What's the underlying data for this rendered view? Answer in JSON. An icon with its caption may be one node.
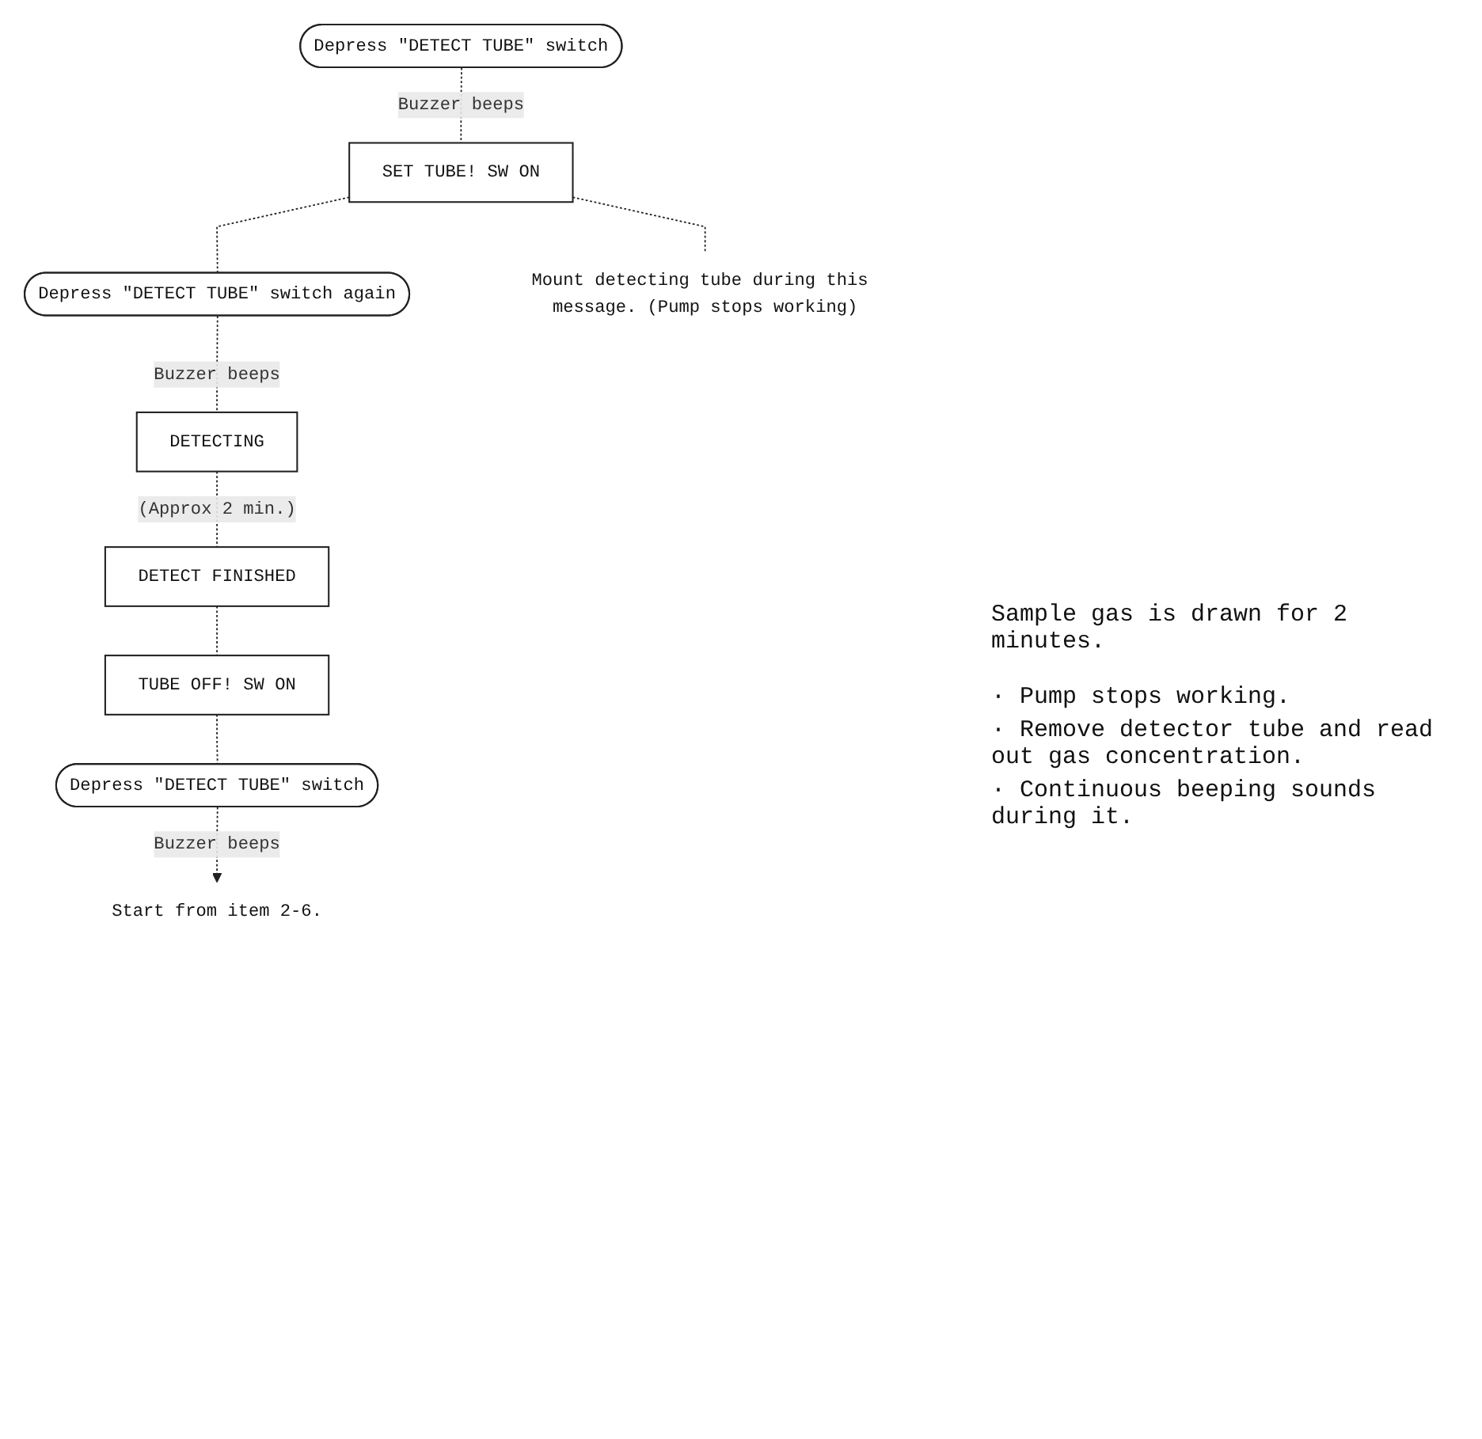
{
  "diagram": {
    "nodes": [
      {
        "text": [
          "Depress \"DETECT TUBE\" switch"
        ]
      },
      {
        "text": [
          "SET TUBE! SW ON"
        ]
      },
      {
        "text": [
          "Depress \"DETECT TUBE\" switch again"
        ]
      },
      {
        "text": [
          "DETECTING"
        ]
      },
      {
        "text": [
          "DETECT FINISHED"
        ]
      },
      {
        "text": [
          "TUBE OFF! SW ON"
        ]
      },
      {
        "text": [
          "Depress \"DETECT TUBE\" switch"
        ]
      },
      {
        "text": [
          "Start from item 2-6."
        ]
      },
      {
        "text": [
          "Mount detecting tube during this message. (Pump stops working)"
        ]
      }
    ],
    "edges": [
      {
        "from": 0,
        "to": 1,
        "arrow": "none",
        "label": "Buzzer beeps",
        "style": "dashed"
      },
      {
        "from": 1,
        "to": 8,
        "arrow": "none",
        "style": "dashed"
      },
      {
        "from": 1,
        "to": 2,
        "arrow": "none",
        "style": "dashed"
      },
      {
        "from": 2,
        "to": 3,
        "arrow": "none",
        "label": "Buzzer beeps",
        "style": "dashed"
      },
      {
        "from": 3,
        "to": 4,
        "arrow": "none",
        "label": "(Approx 2 min.)",
        "style": "dashed"
      },
      {
        "from": 4,
        "to": 5,
        "arrow": "none",
        "style": "dashed"
      },
      {
        "from": 5,
        "to": 6,
        "arrow": "none",
        "style": "dashed"
      },
      {
        "from": 6,
        "to": 7,
        "arrow": "to",
        "label": "Buzzer beeps",
        "style": "dashed"
      }
    ],
    "labels": [
      "Sample gas is drawn for 2 minutes.",
      "· Pump stops working.",
      "· Remove detector tube and read out gas concentration.",
      "· Continuous beeping sounds during it."
    ]
  }
}
